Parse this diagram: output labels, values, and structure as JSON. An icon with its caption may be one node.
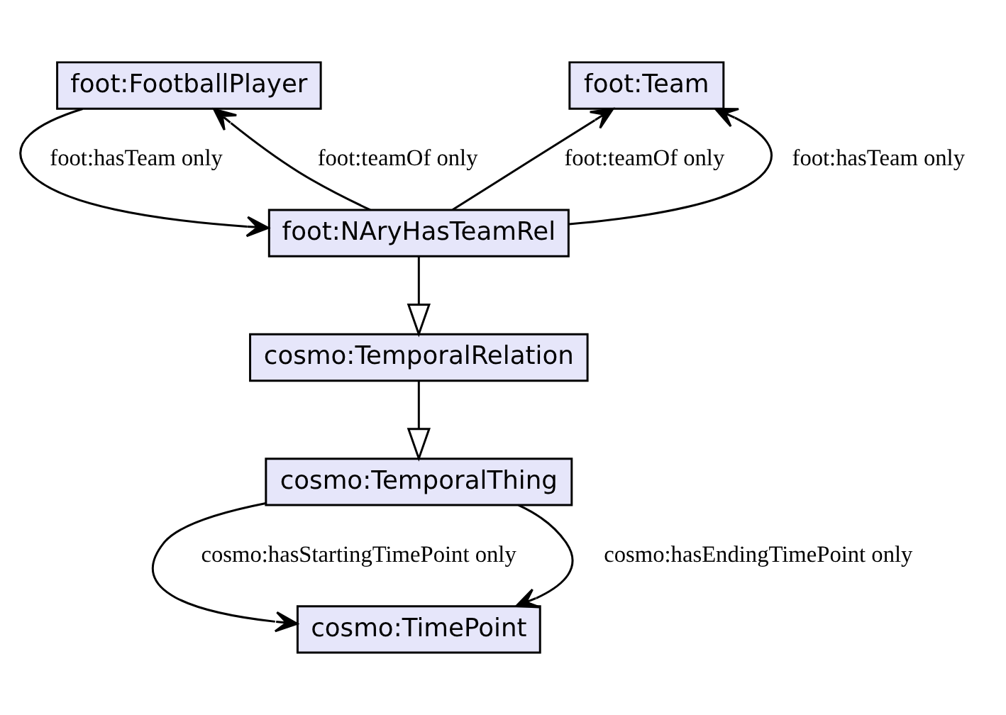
{
  "diagram": {
    "nodes": [
      {
        "text": [
          "foot:FootballPlayer"
        ]
      },
      {
        "text": [
          "foot:Team"
        ]
      },
      {
        "text": [
          "foot:NAryHasTeamRel"
        ]
      },
      {
        "text": [
          "cosmo:TemporalRelation"
        ]
      },
      {
        "text": [
          "cosmo:TemporalThing"
        ]
      },
      {
        "text": [
          "cosmo:TimePoint"
        ]
      }
    ],
    "edges": [
      {
        "from": 2,
        "to": 0,
        "arrow": "to",
        "label": "foot:teamOf only"
      },
      {
        "from": 0,
        "to": 2,
        "arrow": "to",
        "label": "foot:hasTeam only"
      },
      {
        "from": 2,
        "to": 1,
        "arrow": "to",
        "label": "foot:teamOf only"
      },
      {
        "from": 2,
        "to": 1,
        "arrow": "to",
        "label": "foot:hasTeam only"
      },
      {
        "from": 2,
        "to": 3,
        "arrow": "to"
      },
      {
        "from": 3,
        "to": 4,
        "arrow": "to"
      },
      {
        "from": 4,
        "to": 5,
        "arrow": "to",
        "label": "cosmo:hasStartingTimePoint only"
      },
      {
        "from": 4,
        "to": 5,
        "arrow": "to",
        "label": "cosmo:hasEndingTimePoint only"
      }
    ]
  }
}
